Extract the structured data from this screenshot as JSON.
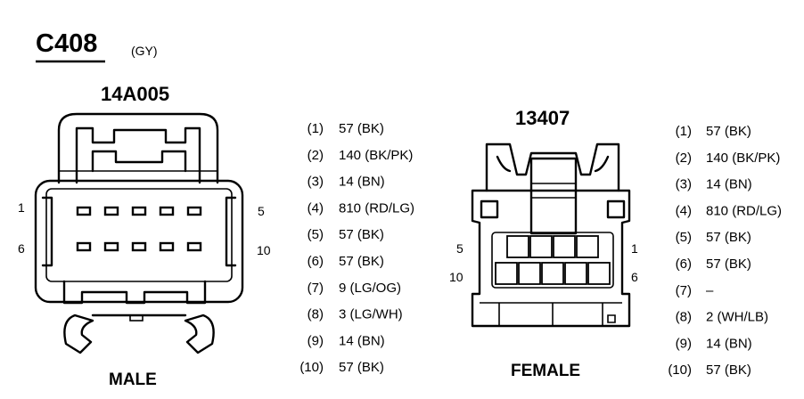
{
  "connector": {
    "id": "C408",
    "color_code": "(GY)"
  },
  "male": {
    "part_number": "14A005",
    "label": "MALE",
    "pin_labels": {
      "top_left": "1",
      "top_right": "5",
      "bottom_left": "6",
      "bottom_right": "10"
    },
    "rows": 2,
    "cols": 5
  },
  "female": {
    "part_number": "13407",
    "label": "FEMALE",
    "pin_labels": {
      "top_left": "5",
      "top_right": "1",
      "bottom_left": "10",
      "bottom_right": "6"
    },
    "rows": 2,
    "cols": 5
  },
  "male_pinout": [
    {
      "pin": "(1)",
      "wire": "57 (BK)"
    },
    {
      "pin": "(2)",
      "wire": "140 (BK/PK)"
    },
    {
      "pin": "(3)",
      "wire": "14 (BN)"
    },
    {
      "pin": "(4)",
      "wire": "810 (RD/LG)"
    },
    {
      "pin": "(5)",
      "wire": "57 (BK)"
    },
    {
      "pin": "(6)",
      "wire": "57 (BK)"
    },
    {
      "pin": "(7)",
      "wire": "9 (LG/OG)"
    },
    {
      "pin": "(8)",
      "wire": "3 (LG/WH)"
    },
    {
      "pin": "(9)",
      "wire": "14 (BN)"
    },
    {
      "pin": "(10)",
      "wire": "57 (BK)"
    }
  ],
  "female_pinout": [
    {
      "pin": "(1)",
      "wire": "57 (BK)"
    },
    {
      "pin": "(2)",
      "wire": "140 (BK/PK)"
    },
    {
      "pin": "(3)",
      "wire": "14 (BN)"
    },
    {
      "pin": "(4)",
      "wire": "810 (RD/LG)"
    },
    {
      "pin": "(5)",
      "wire": "57 (BK)"
    },
    {
      "pin": "(6)",
      "wire": "57 (BK)"
    },
    {
      "pin": "(7)",
      "wire": "–"
    },
    {
      "pin": "(8)",
      "wire": "2 (WH/LB)"
    },
    {
      "pin": "(9)",
      "wire": "14 (BN)"
    },
    {
      "pin": "(10)",
      "wire": "57 (BK)"
    }
  ]
}
